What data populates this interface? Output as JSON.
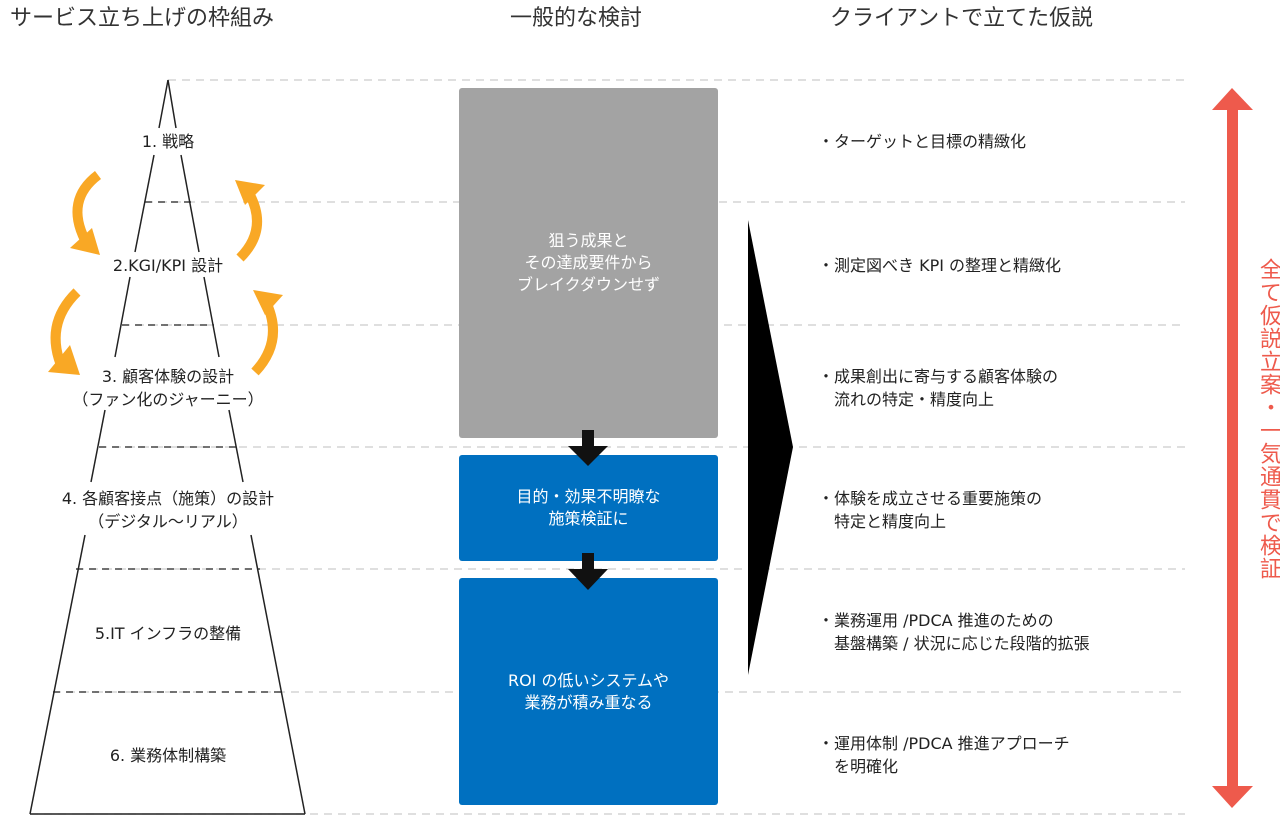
{
  "headers": {
    "framework": "サービス立ち上げの枠組み",
    "general": "一般的な検討",
    "client": "クライアントで立てた仮説"
  },
  "pyramid": [
    "1. 戦略",
    "2.KGI/KPI 設計",
    "3. 顧客体験の設計\n（ファン化のジャーニー）",
    "4. 各顧客接点（施策）の設計\n（デジタル〜リアル）",
    "5.IT インフラの整備",
    "6. 業務体制構築"
  ],
  "general_boxes": [
    "狙う成果と\nその達成要件から\nブレイクダウンせず",
    "目的・効果不明瞭な\n施策検証に",
    "ROI の低いシステムや\n業務が積み重なる"
  ],
  "hypotheses": [
    "・ターゲットと目標の精緻化",
    "・測定図べき KPI の整理と精緻化",
    "・成果創出に寄与する顧客体験の\n　流れの特定・精度向上",
    "・体験を成立させる重要施策の\n　特定と精度向上",
    "・業務運用 /PDCA 推進のための\n　基盤構築 / 状況に応じた段階的拡張",
    "・運用体制 /PDCA 推進アプローチ\n　を明確化"
  ],
  "side_label": "全て仮説立案・一気通貫で検証",
  "colors": {
    "gray": "#a3a3a3",
    "blue": "#0070c0",
    "orange": "#f9a825",
    "red": "#ee5a4c"
  }
}
